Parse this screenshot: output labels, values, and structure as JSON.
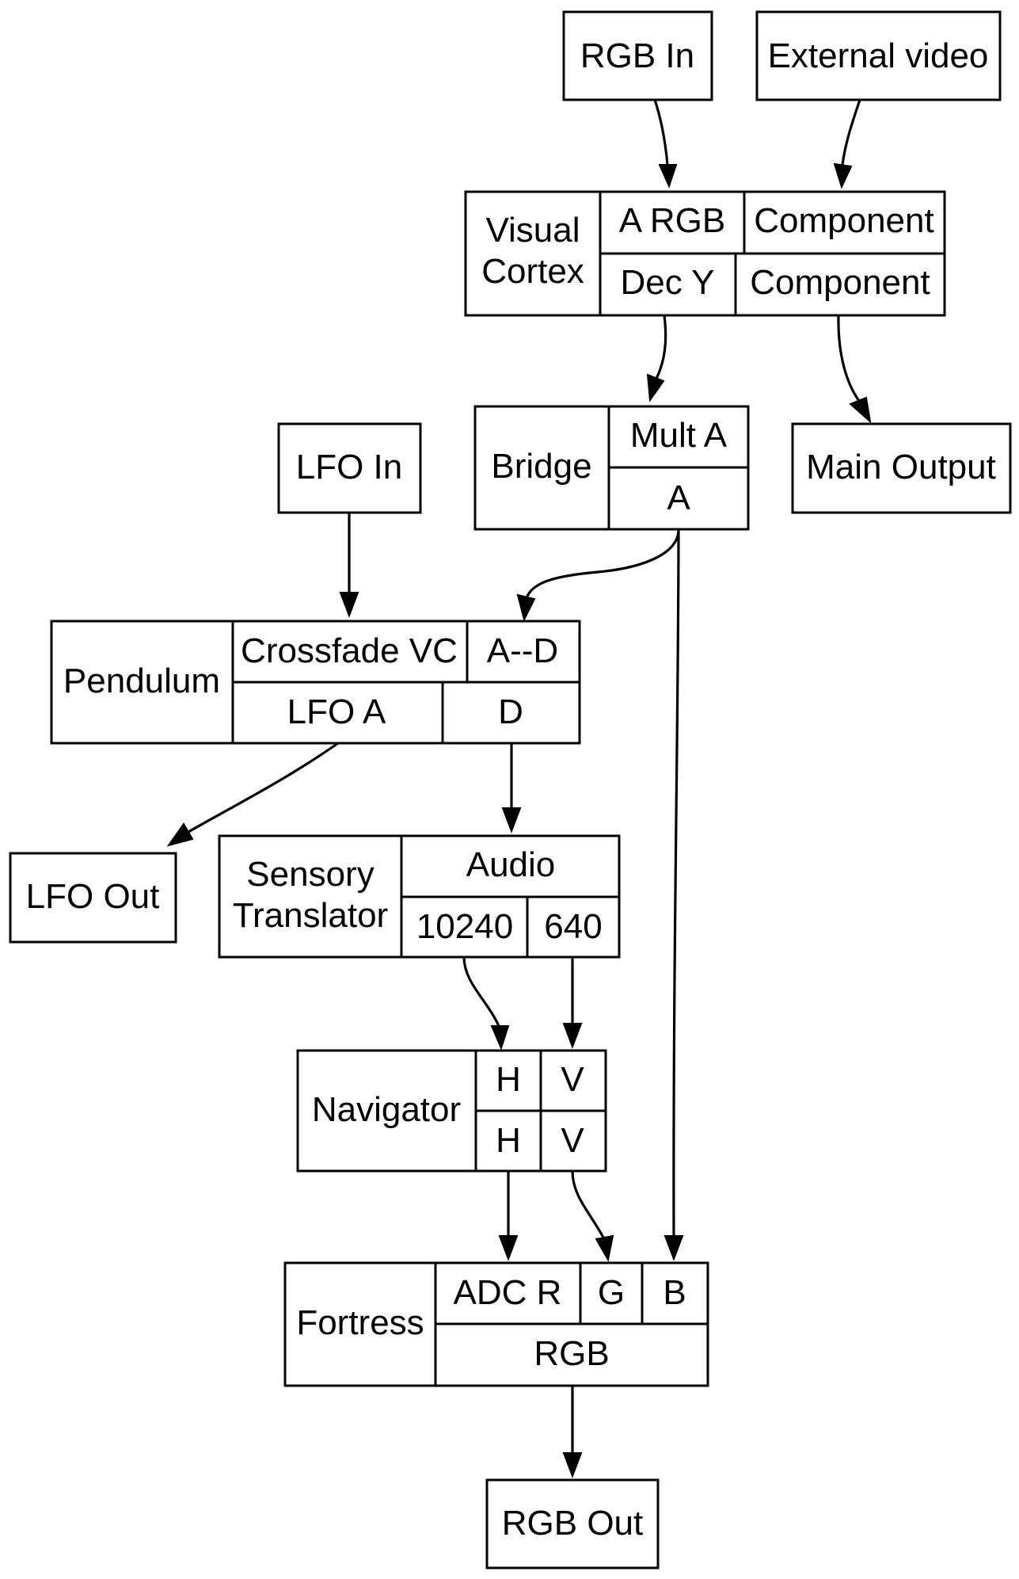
{
  "nodes": {
    "rgb_in": {
      "label": "RGB In"
    },
    "external_video": {
      "label": "External video"
    },
    "visual_cortex": {
      "label_line1": "Visual",
      "label_line2": "Cortex",
      "ports": {
        "a_rgb": "A RGB",
        "component_in": "Component",
        "dec_y": "Dec Y",
        "component_out": "Component"
      }
    },
    "bridge": {
      "label": "Bridge",
      "ports": {
        "mult_a": "Mult A",
        "a": "A"
      }
    },
    "main_output": {
      "label": "Main Output"
    },
    "lfo_in": {
      "label": "LFO In"
    },
    "pendulum": {
      "label": "Pendulum",
      "ports": {
        "crossfade_vc": "Crossfade VC",
        "a_d": "A--D",
        "lfo_a": "LFO A",
        "d": "D"
      }
    },
    "lfo_out": {
      "label": "LFO Out"
    },
    "sensory_translator": {
      "label_line1": "Sensory",
      "label_line2": "Translator",
      "ports": {
        "audio": "Audio",
        "p10240": "10240",
        "p640": "640"
      }
    },
    "navigator": {
      "label": "Navigator",
      "ports": {
        "h_in": "H",
        "v_in": "V",
        "h_out": "H",
        "v_out": "V"
      }
    },
    "fortress": {
      "label": "Fortress",
      "ports": {
        "adc_r": "ADC R",
        "g": "G",
        "b": "B",
        "rgb": "RGB"
      }
    },
    "rgb_out": {
      "label": "RGB Out"
    }
  },
  "edges": [
    {
      "from": "RGB In",
      "to": "Visual Cortex: A RGB"
    },
    {
      "from": "External video",
      "to": "Visual Cortex: Component"
    },
    {
      "from": "Visual Cortex: Dec Y",
      "to": "Bridge: Mult A"
    },
    {
      "from": "Visual Cortex: Component",
      "to": "Main Output"
    },
    {
      "from": "LFO In",
      "to": "Pendulum: Crossfade VC"
    },
    {
      "from": "Bridge: A",
      "to": "Pendulum: A--D"
    },
    {
      "from": "Bridge: A",
      "to": "Fortress: B"
    },
    {
      "from": "Pendulum: LFO A",
      "to": "LFO Out"
    },
    {
      "from": "Pendulum: D",
      "to": "Sensory Translator: Audio"
    },
    {
      "from": "Sensory Translator: 10240",
      "to": "Navigator: H"
    },
    {
      "from": "Sensory Translator: 640",
      "to": "Navigator: V"
    },
    {
      "from": "Navigator: H",
      "to": "Fortress: ADC R"
    },
    {
      "from": "Navigator: V",
      "to": "Fortress: G"
    },
    {
      "from": "Fortress: RGB",
      "to": "RGB Out"
    }
  ]
}
